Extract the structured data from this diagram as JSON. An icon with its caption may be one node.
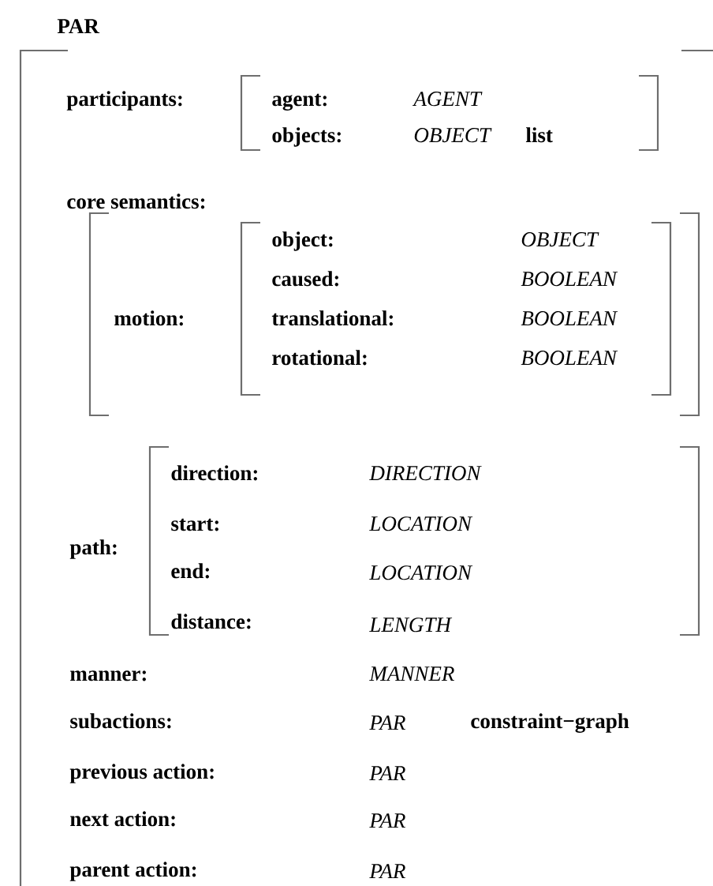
{
  "diagram": {
    "title": "PAR",
    "labels": [
      "participants:",
      "agent:",
      "AGENT",
      "objects:",
      "OBJECT",
      "list",
      "core semantics:",
      "motion:",
      "object:",
      "OBJECT",
      "caused:",
      "BOOLEAN",
      "translational:",
      "BOOLEAN",
      "rotational:",
      "BOOLEAN",
      "direction:",
      "DIRECTION",
      "start:",
      "LOCATION",
      "path:",
      "end:",
      "LOCATION",
      "distance:",
      "LENGTH",
      "manner:",
      "MANNER",
      "subactions:",
      "PAR",
      "constraint−graph",
      "previous action:",
      "PAR",
      "next action:",
      "PAR",
      "parent action:",
      "PAR"
    ]
  }
}
